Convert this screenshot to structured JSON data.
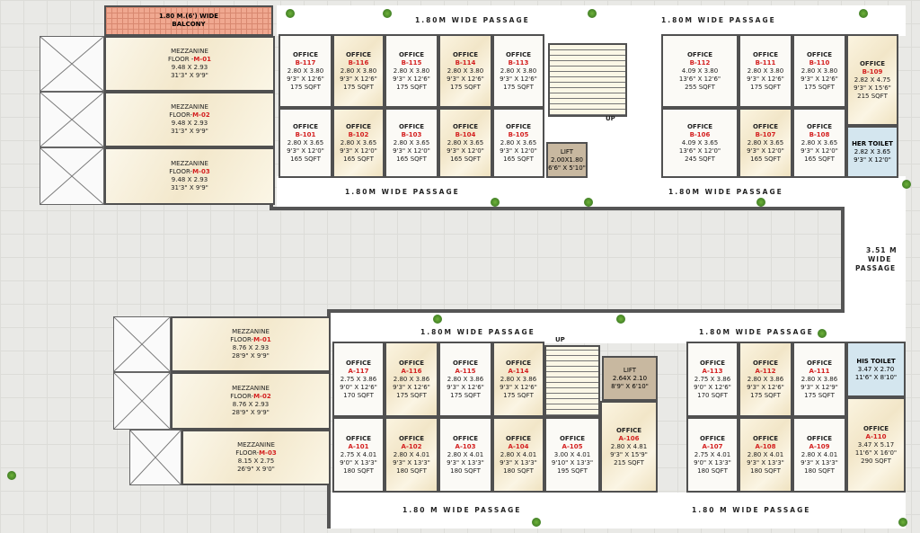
{
  "passage_label": "1.80M WIDE PASSAGE",
  "passage_label_spaced": "1.80 M WIDE PASSAGE",
  "corridor_label": [
    "3.51 M",
    "WIDE",
    "PASSAGE"
  ],
  "balcony": [
    "1.80 M.(6') WIDE",
    "BALCONY"
  ],
  "up_label": "UP",
  "office_word": "OFFICE",
  "mezz_top": [
    {
      "title": "MEZZANINE",
      "floor": "FLOOR -",
      "code": "M-01",
      "dim": "9.48 X 2.93",
      "ft": "31'3\" X 9'9\""
    },
    {
      "title": "MEZZANINE",
      "floor": "FLOOR-",
      "code": "M-02",
      "dim": "9.48 X 2.93",
      "ft": "31'3\" X 9'9\""
    },
    {
      "title": "MEZZANINE",
      "floor": "FLOOR-",
      "code": "M-03",
      "dim": "9.48 X 2.93",
      "ft": "31'3\" X 9'9\""
    }
  ],
  "mezz_bottom": [
    {
      "title": "MEZZANINE",
      "floor": "FLOOR-",
      "code": "M-01",
      "dim": "8.76 X 2.93",
      "ft": "28'9\" X 9'9\""
    },
    {
      "title": "MEZZANINE",
      "floor": "FLOOR-",
      "code": "M-02",
      "dim": "8.76 X 2.93",
      "ft": "28'9\" X 9'9\""
    },
    {
      "title": "MEZZANINE",
      "floor": "FLOOR-",
      "code": "M-03",
      "dim": "8.15 X 2.75",
      "ft": "26'9\" X 9'0\""
    }
  ],
  "b_top": [
    {
      "code": "B-117",
      "dim": "2.80 X 3.80",
      "ft": "9'3\" X 12'6\"",
      "sqft": "175 SQFT"
    },
    {
      "code": "B-116",
      "dim": "2.80 X 3.80",
      "ft": "9'3\" X 12'6\"",
      "sqft": "175 SQFT"
    },
    {
      "code": "B-115",
      "dim": "2.80 X 3.80",
      "ft": "9'3\" X 12'6\"",
      "sqft": "175 SQFT"
    },
    {
      "code": "B-114",
      "dim": "2.80 X 3.80",
      "ft": "9'3\" X 12'6\"",
      "sqft": "175 SQFT"
    },
    {
      "code": "B-113",
      "dim": "2.80 X 3.80",
      "ft": "9'3\" X 12'6\"",
      "sqft": "175 SQFT"
    }
  ],
  "b_bot": [
    {
      "code": "B-101",
      "dim": "2.80 X 3.65",
      "ft": "9'3\" X 12'0\"",
      "sqft": "165 SQFT"
    },
    {
      "code": "B-102",
      "dim": "2.80 X 3.65",
      "ft": "9'3\" X 12'0\"",
      "sqft": "165 SQFT"
    },
    {
      "code": "B-103",
      "dim": "2.80 X 3.65",
      "ft": "9'3\" X 12'0\"",
      "sqft": "165 SQFT"
    },
    {
      "code": "B-104",
      "dim": "2.80 X 3.65",
      "ft": "9'3\" X 12'0\"",
      "sqft": "165 SQFT"
    },
    {
      "code": "B-105",
      "dim": "2.80 X 3.65",
      "ft": "9'3\" X 12'0\"",
      "sqft": "165 SQFT"
    }
  ],
  "b_right_top": [
    {
      "code": "B-112",
      "dim": "4.09 X 3.80",
      "ft": "13'6\" X 12'6\"",
      "sqft": "255 SQFT"
    },
    {
      "code": "B-111",
      "dim": "2.80 X 3.80",
      "ft": "9'3\" X 12'6\"",
      "sqft": "175 SQFT"
    },
    {
      "code": "B-110",
      "dim": "2.80 X 3.80",
      "ft": "9'3\" X 12'6\"",
      "sqft": "175 SQFT"
    },
    {
      "code": "B-109",
      "dim": "2.82 X 4.75",
      "ft": "9'3\" X 15'6\"",
      "sqft": "215 SQFT"
    }
  ],
  "b_right_bot": [
    {
      "code": "B-106",
      "dim": "4.09 X 3.65",
      "ft": "13'6\" X 12'0\"",
      "sqft": "245 SQFT"
    },
    {
      "code": "B-107",
      "dim": "2.80 X 3.65",
      "ft": "9'3\" X 12'0\"",
      "sqft": "165 SQFT"
    },
    {
      "code": "B-108",
      "dim": "2.80 X 3.65",
      "ft": "9'3\" X 12'0\"",
      "sqft": "165 SQFT"
    }
  ],
  "her_toilet": {
    "title": "HER TOILET",
    "dim": "2.82 X 3.65",
    "ft": "9'3\" X 12'0\""
  },
  "lift_b": {
    "title": "LIFT",
    "dim": "2.00X1.80",
    "ft": "6'6\" X 5'10\""
  },
  "a_top": [
    {
      "code": "A-117",
      "dim": "2.75 X 3.86",
      "ft": "9'0\" X 12'6\"",
      "sqft": "170 SQFT"
    },
    {
      "code": "A-116",
      "dim": "2.80 X 3.86",
      "ft": "9'3\" X 12'6\"",
      "sqft": "175 SQFT"
    },
    {
      "code": "A-115",
      "dim": "2.80 X 3.86",
      "ft": "9'3\" X 12'6\"",
      "sqft": "175 SQFT"
    },
    {
      "code": "A-114",
      "dim": "2.80 X 3.86",
      "ft": "9'3\" X 12'6\"",
      "sqft": "175 SQFT"
    }
  ],
  "lift_a": {
    "title": "LIFT",
    "dim": "2.64X 2.10",
    "ft": "8'9\" X 6'10\""
  },
  "a_right_top": [
    {
      "code": "A-113",
      "dim": "2.75 X 3.86",
      "ft": "9'0\" X 12'6\"",
      "sqft": "170 SQFT"
    },
    {
      "code": "A-112",
      "dim": "2.80 X 3.86",
      "ft": "9'3\" X 12'6\"",
      "sqft": "175 SQFT"
    },
    {
      "code": "A-111",
      "dim": "2.80 X 3.86",
      "ft": "9'3\" X 12'9\"",
      "sqft": "175 SQFT"
    }
  ],
  "his_toilet": {
    "title": "HIS TOILET",
    "dim": "3.47 X 2.70",
    "ft": "11'6\" X 8'10\""
  },
  "a_bot": [
    {
      "code": "A-101",
      "dim": "2.75 X 4.01",
      "ft": "9'0\" X 13'3\"",
      "sqft": "180 SQFT"
    },
    {
      "code": "A-102",
      "dim": "2.80 X 4.01",
      "ft": "9'3\" X 13'3\"",
      "sqft": "180 SQFT"
    },
    {
      "code": "A-103",
      "dim": "2.80 X 4.01",
      "ft": "9'3\" X 13'3\"",
      "sqft": "180 SQFT"
    },
    {
      "code": "A-104",
      "dim": "2.80 X 4.01",
      "ft": "9'3\" X 13'3\"",
      "sqft": "180 SQFT"
    },
    {
      "code": "A-105",
      "dim": "3.00 X 4.01",
      "ft": "9'10\" X 13'3\"",
      "sqft": "195 SQFT"
    },
    {
      "code": "A-106",
      "dim": "2.80 X 4.81",
      "ft": "9'3\" X 15'9\"",
      "sqft": "215 SQFT"
    }
  ],
  "a_right_bot": [
    {
      "code": "A-107",
      "dim": "2.75 X 4.01",
      "ft": "9'0\" X 13'3\"",
      "sqft": "180 SQFT"
    },
    {
      "code": "A-108",
      "dim": "2.80 X 4.01",
      "ft": "9'3\" X 13'3\"",
      "sqft": "180 SQFT"
    },
    {
      "code": "A-109",
      "dim": "2.80 X 4.01",
      "ft": "9'3\" X 13'3\"",
      "sqft": "180 SQFT"
    },
    {
      "code": "A-110",
      "dim": "3.47 X 5.17",
      "ft": "11'6\" X 16'0\"",
      "sqft": "290 SQFT"
    }
  ]
}
